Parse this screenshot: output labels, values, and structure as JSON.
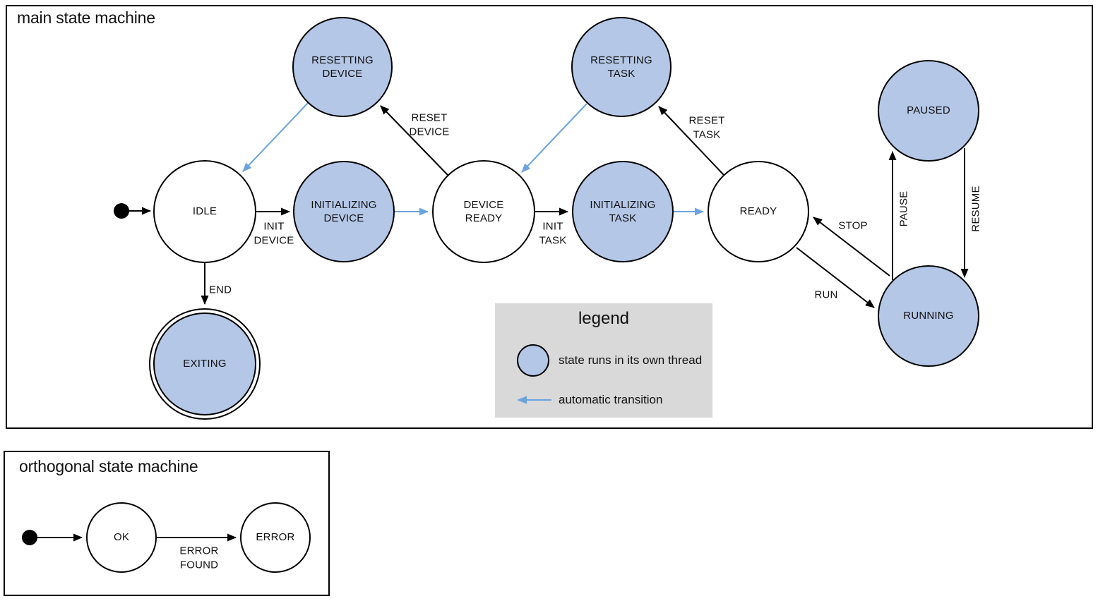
{
  "colors": {
    "state_fill": "#b4c7e7",
    "auto_transition_blue": "#6ba3e0",
    "legend_bg": "#d9d9d9",
    "stroke": "#000000"
  },
  "main": {
    "title": "main state machine",
    "states": [
      {
        "id": "idle",
        "label": "IDLE",
        "threaded": false,
        "final": false
      },
      {
        "id": "initializing-device",
        "label": "INITIALIZING\nDEVICE",
        "threaded": true,
        "final": false
      },
      {
        "id": "device-ready",
        "label": "DEVICE\nREADY",
        "threaded": false,
        "final": false
      },
      {
        "id": "initializing-task",
        "label": "INITIALIZING\nTASK",
        "threaded": true,
        "final": false
      },
      {
        "id": "ready",
        "label": "READY",
        "threaded": false,
        "final": false
      },
      {
        "id": "resetting-device",
        "label": "RESETTING\nDEVICE",
        "threaded": true,
        "final": false
      },
      {
        "id": "resetting-task",
        "label": "RESETTING\nTASK",
        "threaded": true,
        "final": false
      },
      {
        "id": "paused",
        "label": "PAUSED",
        "threaded": true,
        "final": false
      },
      {
        "id": "running",
        "label": "RUNNING",
        "threaded": true,
        "final": false
      },
      {
        "id": "exiting",
        "label": "EXITING",
        "threaded": true,
        "final": true
      }
    ],
    "transitions": [
      {
        "from": "initial",
        "to": "idle",
        "label": "",
        "automatic": false
      },
      {
        "from": "idle",
        "to": "initializing-device",
        "label": "INIT\nDEVICE",
        "automatic": false
      },
      {
        "from": "initializing-device",
        "to": "device-ready",
        "label": "",
        "automatic": true
      },
      {
        "from": "device-ready",
        "to": "resetting-device",
        "label": "RESET\nDEVICE",
        "automatic": false
      },
      {
        "from": "resetting-device",
        "to": "idle",
        "label": "",
        "automatic": true
      },
      {
        "from": "device-ready",
        "to": "initializing-task",
        "label": "INIT\nTASK",
        "automatic": false
      },
      {
        "from": "initializing-task",
        "to": "ready",
        "label": "",
        "automatic": true
      },
      {
        "from": "ready",
        "to": "resetting-task",
        "label": "RESET\nTASK",
        "automatic": false
      },
      {
        "from": "resetting-task",
        "to": "device-ready",
        "label": "",
        "automatic": true
      },
      {
        "from": "ready",
        "to": "running",
        "label": "RUN",
        "automatic": false
      },
      {
        "from": "running",
        "to": "ready",
        "label": "STOP",
        "automatic": false
      },
      {
        "from": "running",
        "to": "paused",
        "label": "PAUSE",
        "automatic": false
      },
      {
        "from": "paused",
        "to": "running",
        "label": "RESUME",
        "automatic": false
      },
      {
        "from": "idle",
        "to": "exiting",
        "label": "END",
        "automatic": false
      }
    ]
  },
  "legend": {
    "title": "legend",
    "items": [
      {
        "icon": "threaded-state-circle",
        "label": "state runs in its own thread"
      },
      {
        "icon": "automatic-transition-arrow",
        "label": "automatic transition"
      }
    ]
  },
  "ortho": {
    "title": "orthogonal state machine",
    "states": [
      {
        "id": "ok",
        "label": "OK",
        "threaded": false,
        "final": false
      },
      {
        "id": "error",
        "label": "ERROR",
        "threaded": false,
        "final": false
      }
    ],
    "transitions": [
      {
        "from": "initial",
        "to": "ok",
        "label": "",
        "automatic": false
      },
      {
        "from": "ok",
        "to": "error",
        "label": "ERROR\nFOUND",
        "automatic": false
      }
    ]
  }
}
